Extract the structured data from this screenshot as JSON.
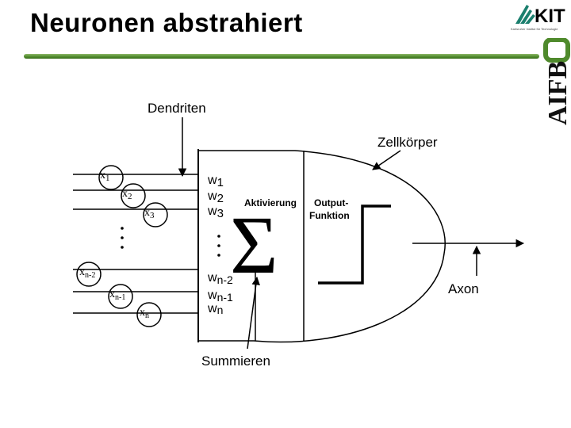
{
  "slide": {
    "title": "Neuronen abstrahiert",
    "kit_logo_text": "KIT",
    "kit_tagline": "Karlsruher Institut für Technologie",
    "aifb_logo_text": "AIFB"
  },
  "diagram": {
    "labels": {
      "dendriten": "Dendriten",
      "zellkoerper": "Zellkörper",
      "aktivierung": "Aktivierung",
      "output_line1": "Output-",
      "output_line2": "Funktion",
      "axon": "Axon",
      "summieren": "Summieren",
      "sigma": "Σ"
    },
    "inputs": {
      "x1": {
        "base": "x",
        "sub": "1"
      },
      "x2": {
        "base": "x",
        "sub": "2"
      },
      "x3": {
        "base": "x",
        "sub": "3"
      },
      "xn2": {
        "base": "x",
        "sub": "n-2"
      },
      "xn1": {
        "base": "x",
        "sub": "n-1"
      },
      "xn": {
        "base": "x",
        "sub": "n"
      }
    },
    "weights": {
      "w1": {
        "base": "w",
        "sub": "1"
      },
      "w2": {
        "base": "w",
        "sub": "2"
      },
      "w3": {
        "base": "w",
        "sub": "3"
      },
      "wn2": {
        "base": "w",
        "sub": "n-2"
      },
      "wn1": {
        "base": "w",
        "sub": "n-1"
      },
      "wn": {
        "base": "w",
        "sub": "n"
      }
    },
    "colors": {
      "ink": "#000000",
      "accent_green": "#4f8a2c"
    }
  }
}
